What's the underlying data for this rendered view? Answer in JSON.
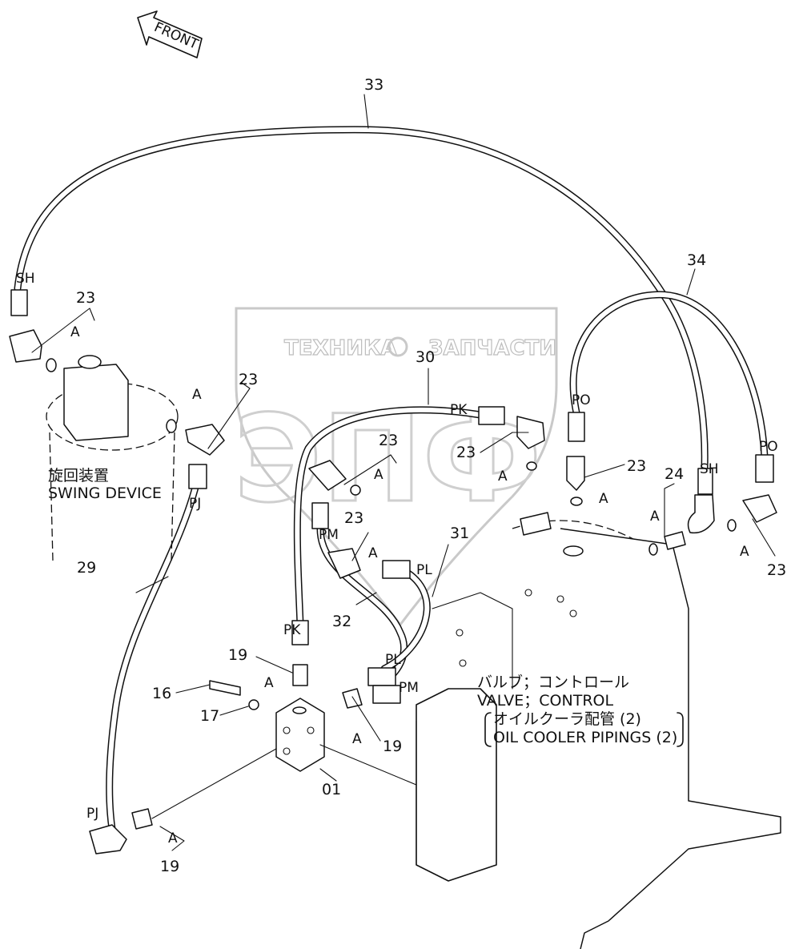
{
  "watermark": {
    "text_left": "ТЕХНИКА",
    "text_right": "ЗАПЧАСТИ",
    "logo_letters": "ЭПФ"
  },
  "direction_arrow": "FRONT",
  "swing_device": {
    "label_jp": "旋回装置",
    "label_en": "SWING DEVICE"
  },
  "caption": {
    "line1": "バルブ；コントロール",
    "line2": "VALVE；CONTROL",
    "line3": "オイルクーラ配管 (2)",
    "line4": "OIL COOLER PIPINGS (2)"
  },
  "part_numbers": {
    "p33": "33",
    "p34": "34",
    "p30": "30",
    "p31": "31",
    "p32": "32",
    "p29": "29",
    "p24": "24",
    "p16": "16",
    "p17": "17",
    "p01": "01",
    "p23_a": "23",
    "p23_b": "23",
    "p23_c": "23",
    "p23_d": "23",
    "p23_e": "23",
    "p23_f": "23",
    "p23_g": "23",
    "p19_a": "19",
    "p19_b": "19",
    "p19_c": "19"
  },
  "port_labels": {
    "sh_left": "SH",
    "sh_right": "SH",
    "po_a": "PO",
    "po_b": "PO",
    "pk_top": "PK",
    "pk_bottom": "PK",
    "pm_top": "PM",
    "pm_bottom": "PM",
    "pl_top": "PL",
    "pl_bottom": "PL",
    "pj_top": "PJ",
    "pj_bottom": "PJ"
  },
  "seal_label": "A"
}
